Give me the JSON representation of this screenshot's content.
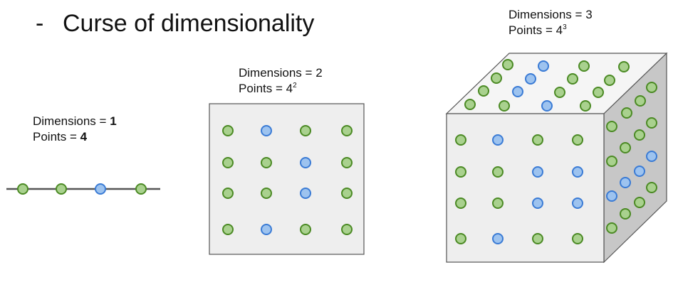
{
  "title": "Curse of dimensionality",
  "title_bullet": "-",
  "colors": {
    "green_fill": "#a9d18e",
    "green_stroke": "#4b8a24",
    "blue_fill": "#9dc3ef",
    "blue_stroke": "#3a7bd5",
    "face_front": "#eeeeee",
    "face_side": "#c7c7c7",
    "face_top": "#f5f5f5",
    "edge": "#555555"
  },
  "panels": [
    {
      "id": "1d",
      "dim_label": "Dimensions = ",
      "dim_value": "1",
      "points_label": "Points = ",
      "points_value": "4",
      "points_exp": "",
      "dots": [
        "green",
        "green",
        "blue",
        "green"
      ]
    },
    {
      "id": "2d",
      "dim_label": "Dimensions = ",
      "dim_value": "2",
      "points_label": "Points = ",
      "points_value": "4",
      "points_exp": "2",
      "dots": [
        [
          "green",
          "blue",
          "green",
          "green"
        ],
        [
          "green",
          "green",
          "blue",
          "green"
        ],
        [
          "green",
          "green",
          "blue",
          "green"
        ],
        [
          "green",
          "blue",
          "green",
          "green"
        ]
      ]
    },
    {
      "id": "3d",
      "dim_label": "Dimensions = ",
      "dim_value": "3",
      "points_label": "Points = ",
      "points_value": "4",
      "points_exp": "3",
      "front_dots": [
        [
          "green",
          "blue",
          "green",
          "green"
        ],
        [
          "green",
          "green",
          "blue",
          "blue"
        ],
        [
          "green",
          "green",
          "blue",
          "blue"
        ],
        [
          "green",
          "blue",
          "green",
          "green"
        ]
      ],
      "top_dots": [
        [
          "green",
          "blue",
          "green",
          "green"
        ],
        [
          "green",
          "blue",
          "green",
          "green"
        ],
        [
          "green",
          "blue",
          "green",
          "green"
        ],
        [
          "green",
          "green",
          "blue",
          "green"
        ]
      ],
      "side_dots": [
        [
          "green",
          "green",
          "green",
          "green"
        ],
        [
          "green",
          "green",
          "green",
          "blue"
        ],
        [
          "blue",
          "blue",
          "blue",
          "green"
        ],
        [
          "green",
          "green",
          "green",
          "green"
        ]
      ]
    }
  ]
}
